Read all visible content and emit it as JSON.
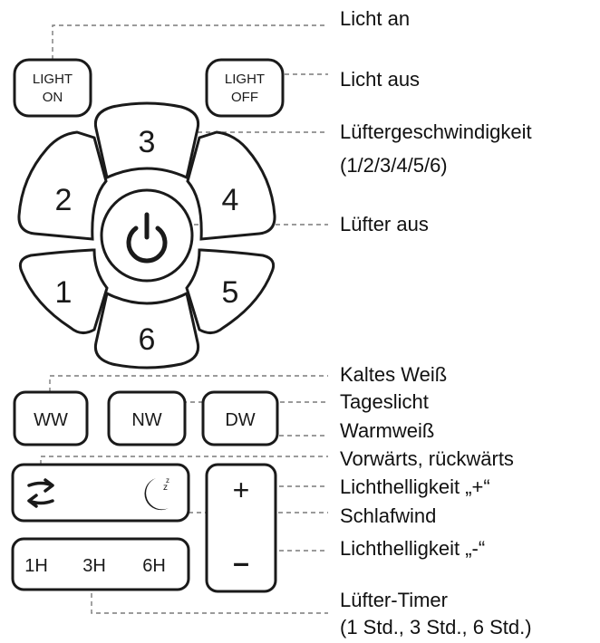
{
  "remote": {
    "light_on": {
      "line1": "LIGHT",
      "line2": "ON"
    },
    "light_off": {
      "line1": "LIGHT",
      "line2": "OFF"
    },
    "speeds": {
      "s1": "1",
      "s2": "2",
      "s3": "3",
      "s4": "4",
      "s5": "5",
      "s6": "6"
    },
    "color_buttons": {
      "ww": "WW",
      "nw": "NW",
      "dw": "DW"
    },
    "brightness": {
      "plus": "+",
      "minus": "–"
    },
    "timer": {
      "t1": "1H",
      "t3": "3H",
      "t6": "6H"
    },
    "icons": {
      "power": "power-icon",
      "reverse": "reverse-arrows-icon",
      "sleep": "moon-sleep-icon"
    },
    "colors": {
      "outline": "#1a1a1a",
      "leader": "#7a7a7a",
      "text": "#111111"
    }
  },
  "annotations": {
    "licht_an": "Licht an",
    "licht_aus": "Licht aus",
    "luefter_speed_1": "Lüftergeschwindigkeit",
    "luefter_speed_2": "(1/2/3/4/5/6)",
    "luefter_aus": "Lüfter aus",
    "kaltes_weiss": "Kaltes Weiß",
    "tageslicht": "Tageslicht",
    "warmweiss": "Warmweiß",
    "vorwaerts": "Vorwärts, rückwärts",
    "licht_plus": "Lichthelligkeit „+“",
    "schlafwind": "Schlafwind",
    "licht_minus": "Lichthelligkeit „-“",
    "timer_1": "Lüfter-Timer",
    "timer_2": "(1 Std., 3 Std., 6 Std.)"
  }
}
